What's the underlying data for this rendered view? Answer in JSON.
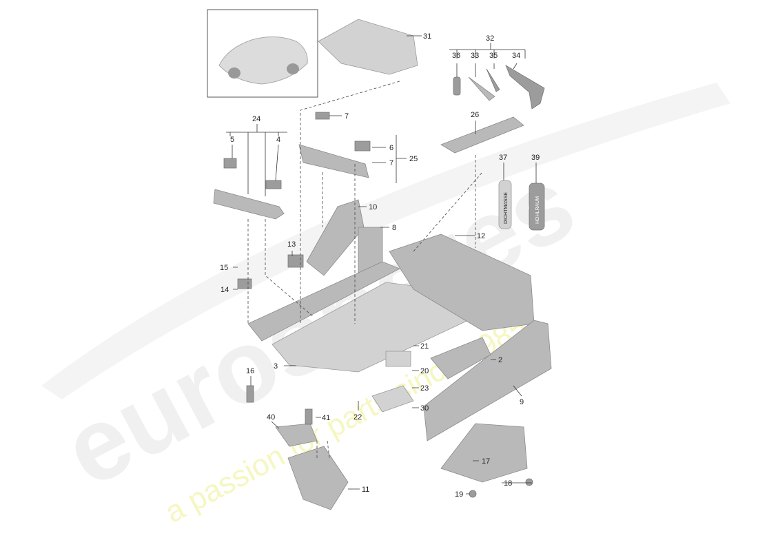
{
  "diagram": {
    "watermark": {
      "brand": "eurospares",
      "tagline": "a passion for parts since 1985"
    },
    "can_labels": {
      "can37": "DICHTMASSE",
      "can39": "HOHLRAUM"
    },
    "labels": {
      "l31": "31",
      "l32": "32",
      "l33": "33",
      "l34": "34",
      "l35": "35",
      "l36": "36",
      "l24": "24",
      "l5": "5",
      "l4": "4",
      "l7a": "7",
      "l6": "6",
      "l7b": "7",
      "l25": "25",
      "l26": "26",
      "l37": "37",
      "l39": "39",
      "l10": "10",
      "l8": "8",
      "l12": "12",
      "l13": "13",
      "l15": "15",
      "l14": "14",
      "l21": "21",
      "l3": "3",
      "l2": "2",
      "l20": "20",
      "l16": "16",
      "l23": "23",
      "l22": "22",
      "l30": "30",
      "l9": "9",
      "l40": "40",
      "l41": "41",
      "l17": "17",
      "l18": "18",
      "l19": "19",
      "l11": "11"
    }
  }
}
